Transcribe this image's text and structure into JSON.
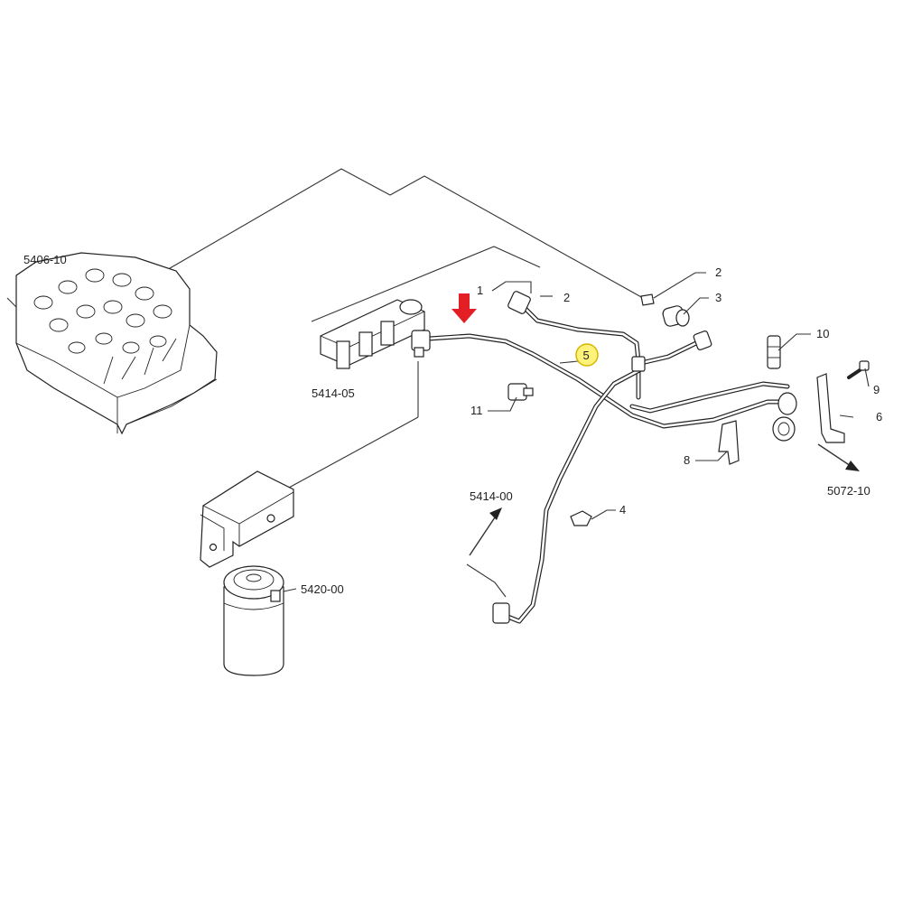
{
  "colors": {
    "arrow": "#e31e24",
    "highlight_fill": "#fff27a",
    "highlight_stroke": "#d4b800",
    "line": "#333333"
  },
  "labels": {
    "group_5406_10": "5406-10",
    "group_5414_05": "5414-05",
    "group_5420_00": "5420-00",
    "group_5414_00": "5414-00",
    "group_5072_10": "5072-10",
    "item_1": "1",
    "item_2a": "2",
    "item_2b": "2",
    "item_3": "3",
    "item_4": "4",
    "item_5": "5",
    "item_6": "6",
    "item_8": "8",
    "item_9": "9",
    "item_10": "10",
    "item_11": "11"
  },
  "highlighted_item": "5",
  "icons": [
    "red-down-arrow-icon",
    "direction-arrow-icon"
  ]
}
